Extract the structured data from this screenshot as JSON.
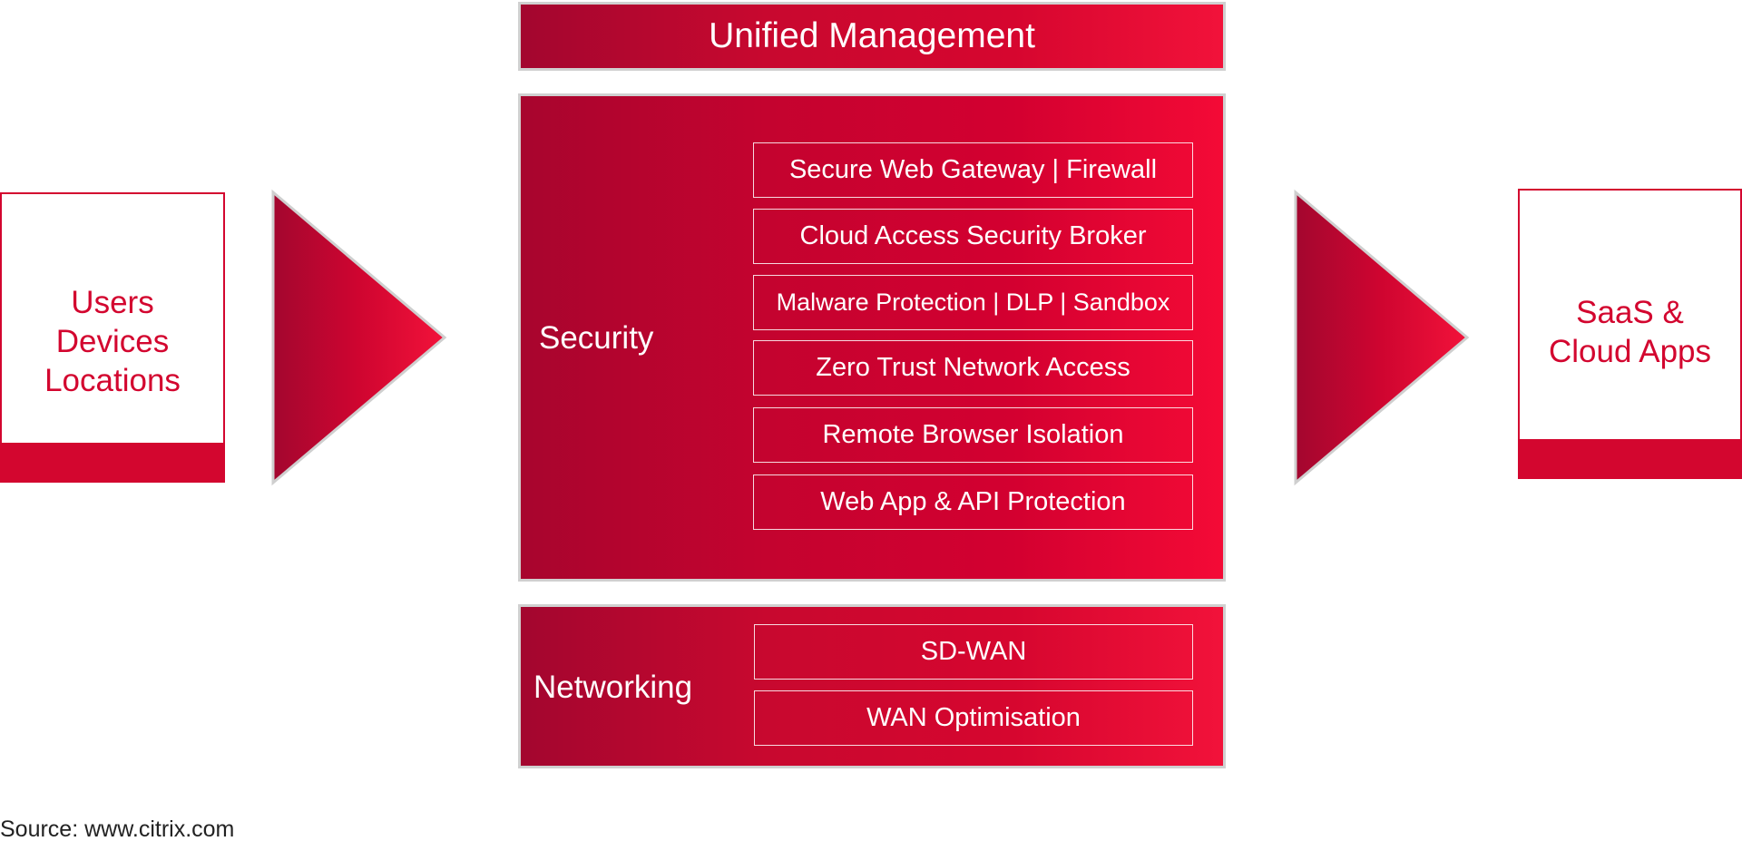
{
  "unified_management": {
    "title": "Unified Management"
  },
  "security": {
    "label": "Security",
    "items": [
      "Secure Web Gateway | Firewall",
      "Cloud Access Security Broker",
      "Malware Protection | DLP | Sandbox",
      "Zero Trust Network Access",
      "Remote Browser Isolation",
      "Web App & API Protection"
    ]
  },
  "networking": {
    "label": "Networking",
    "items": [
      "SD-WAN",
      "WAN Optimisation"
    ]
  },
  "left_card": {
    "lines": [
      "Users",
      "Devices",
      "Locations"
    ]
  },
  "right_card": {
    "lines": [
      "SaaS &",
      "Cloud Apps"
    ]
  },
  "source": "Source: www.citrix.com",
  "colors": {
    "accent_red": "#d3062f",
    "dark_red": "#a3062f",
    "bright_red": "#f2123a",
    "panel_border": "#d0d0d0"
  }
}
